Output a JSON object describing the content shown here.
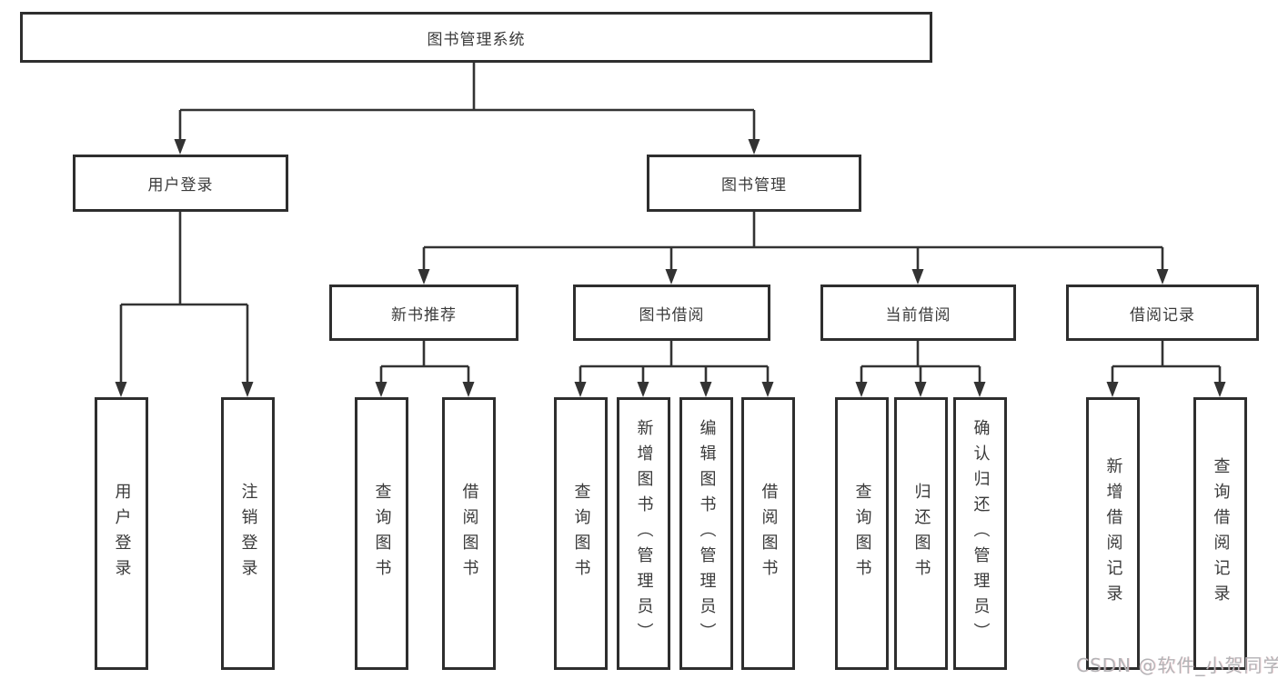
{
  "diagram": {
    "root": {
      "label": "图书管理系统"
    },
    "level2": [
      {
        "label": "用户登录"
      },
      {
        "label": "图书管理"
      }
    ],
    "level3": [
      {
        "label": "新书推荐"
      },
      {
        "label": "图书借阅"
      },
      {
        "label": "当前借阅"
      },
      {
        "label": "借阅记录"
      }
    ],
    "leaves": {
      "user_login": [
        "用户登录",
        "注销登录"
      ],
      "new_books": [
        "查询图书",
        "借阅图书"
      ],
      "book_borrow": [
        "查询图书",
        "新增图书（管理员）",
        "编辑图书（管理员）",
        "借阅图书"
      ],
      "current_borrow": [
        "查询图书",
        "归还图书",
        "确认归还（管理员）"
      ],
      "borrow_records": [
        "新增借阅记录",
        "查询借阅记录"
      ]
    },
    "watermark": "CSDN @软件_小贺同学",
    "colors": {
      "line": "#333333",
      "box_border": "#2e2e2e",
      "box_fill": "#ffffff",
      "text": "#3a3a3a",
      "watermark": "#b3b3b6"
    }
  }
}
